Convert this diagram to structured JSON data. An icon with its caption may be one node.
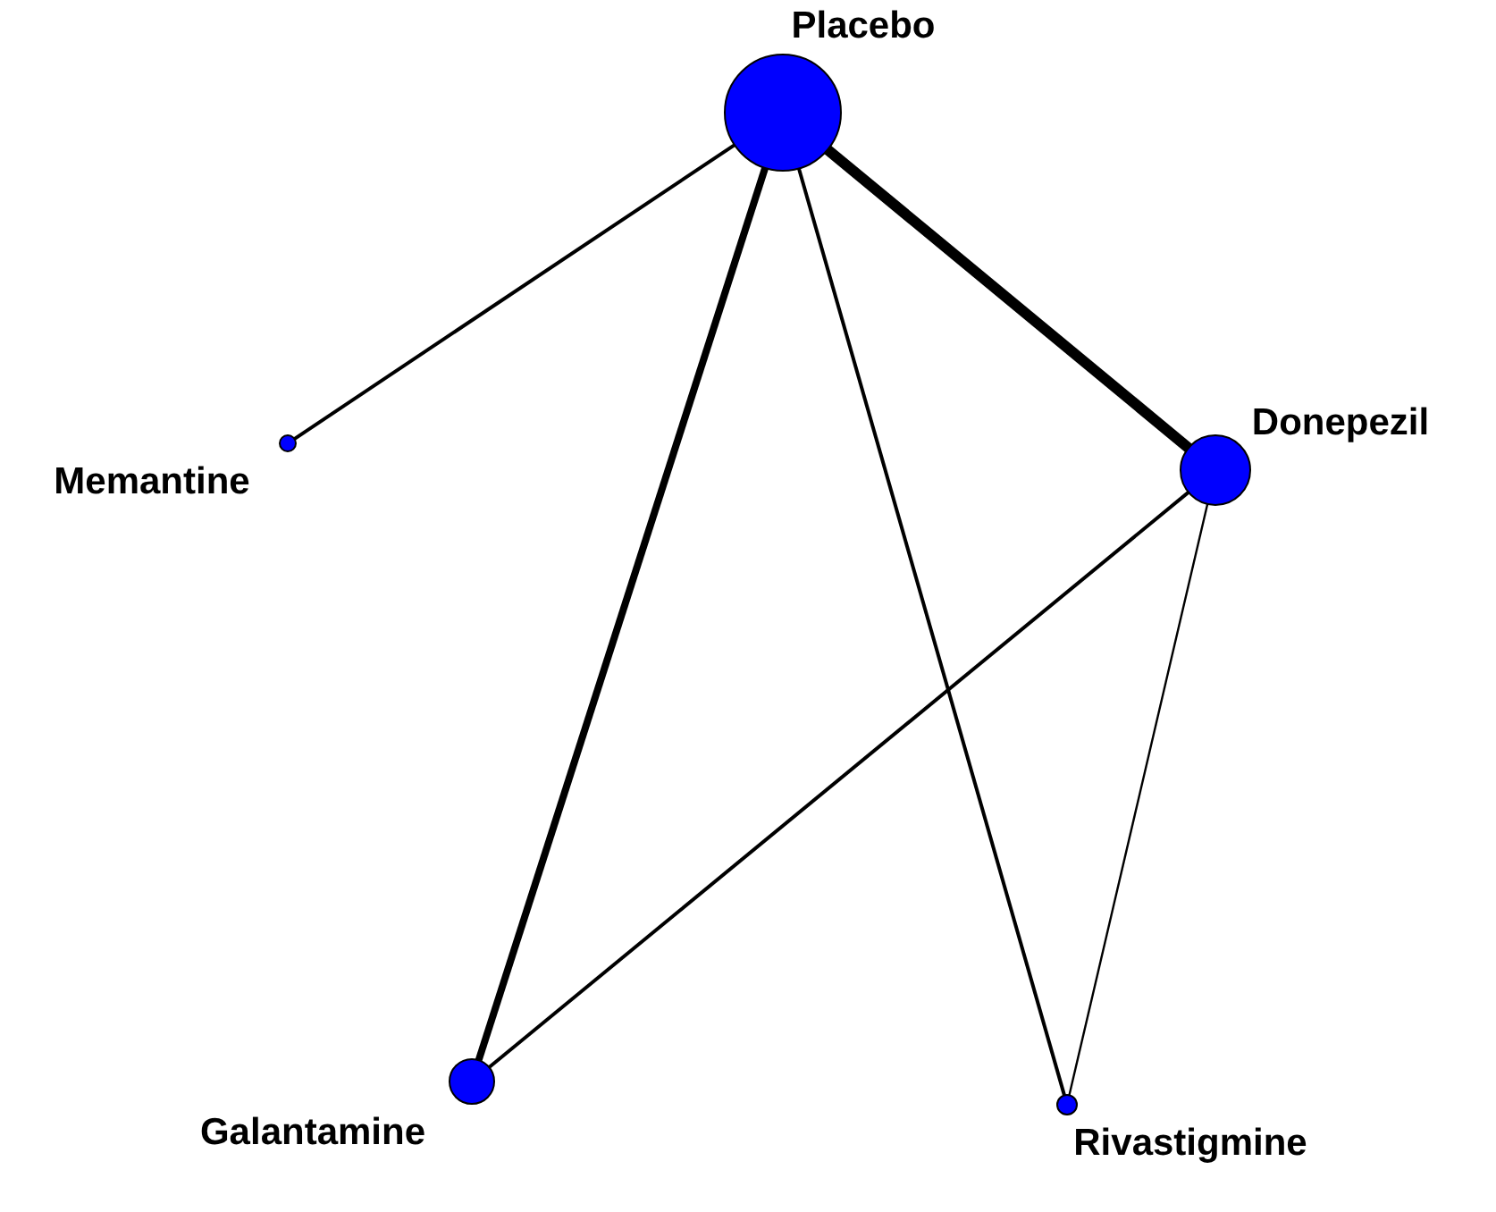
{
  "diagram": {
    "nodes": [
      {
        "text": [],
        "shape": "circle",
        "beside": [
          "Placebo"
        ]
      },
      {
        "text": [],
        "shape": "circle",
        "beside": [
          "Memantine"
        ]
      },
      {
        "text": [],
        "shape": "circle",
        "beside": [
          "Donepezil"
        ]
      },
      {
        "text": [],
        "shape": "circle",
        "beside": [
          "Galantamine"
        ]
      },
      {
        "text": [],
        "shape": "circle",
        "beside": [
          "Rivastigmine"
        ]
      }
    ],
    "edges": [
      {
        "from": 0,
        "to": 1,
        "arrow": "none"
      },
      {
        "from": 0,
        "to": 2,
        "arrow": "none",
        "style": "thick"
      },
      {
        "from": 0,
        "to": 3,
        "arrow": "none",
        "style": "thick"
      },
      {
        "from": 0,
        "to": 4,
        "arrow": "none"
      },
      {
        "from": 2,
        "to": 3,
        "arrow": "none"
      },
      {
        "from": 2,
        "to": 4,
        "arrow": "none"
      }
    ]
  }
}
